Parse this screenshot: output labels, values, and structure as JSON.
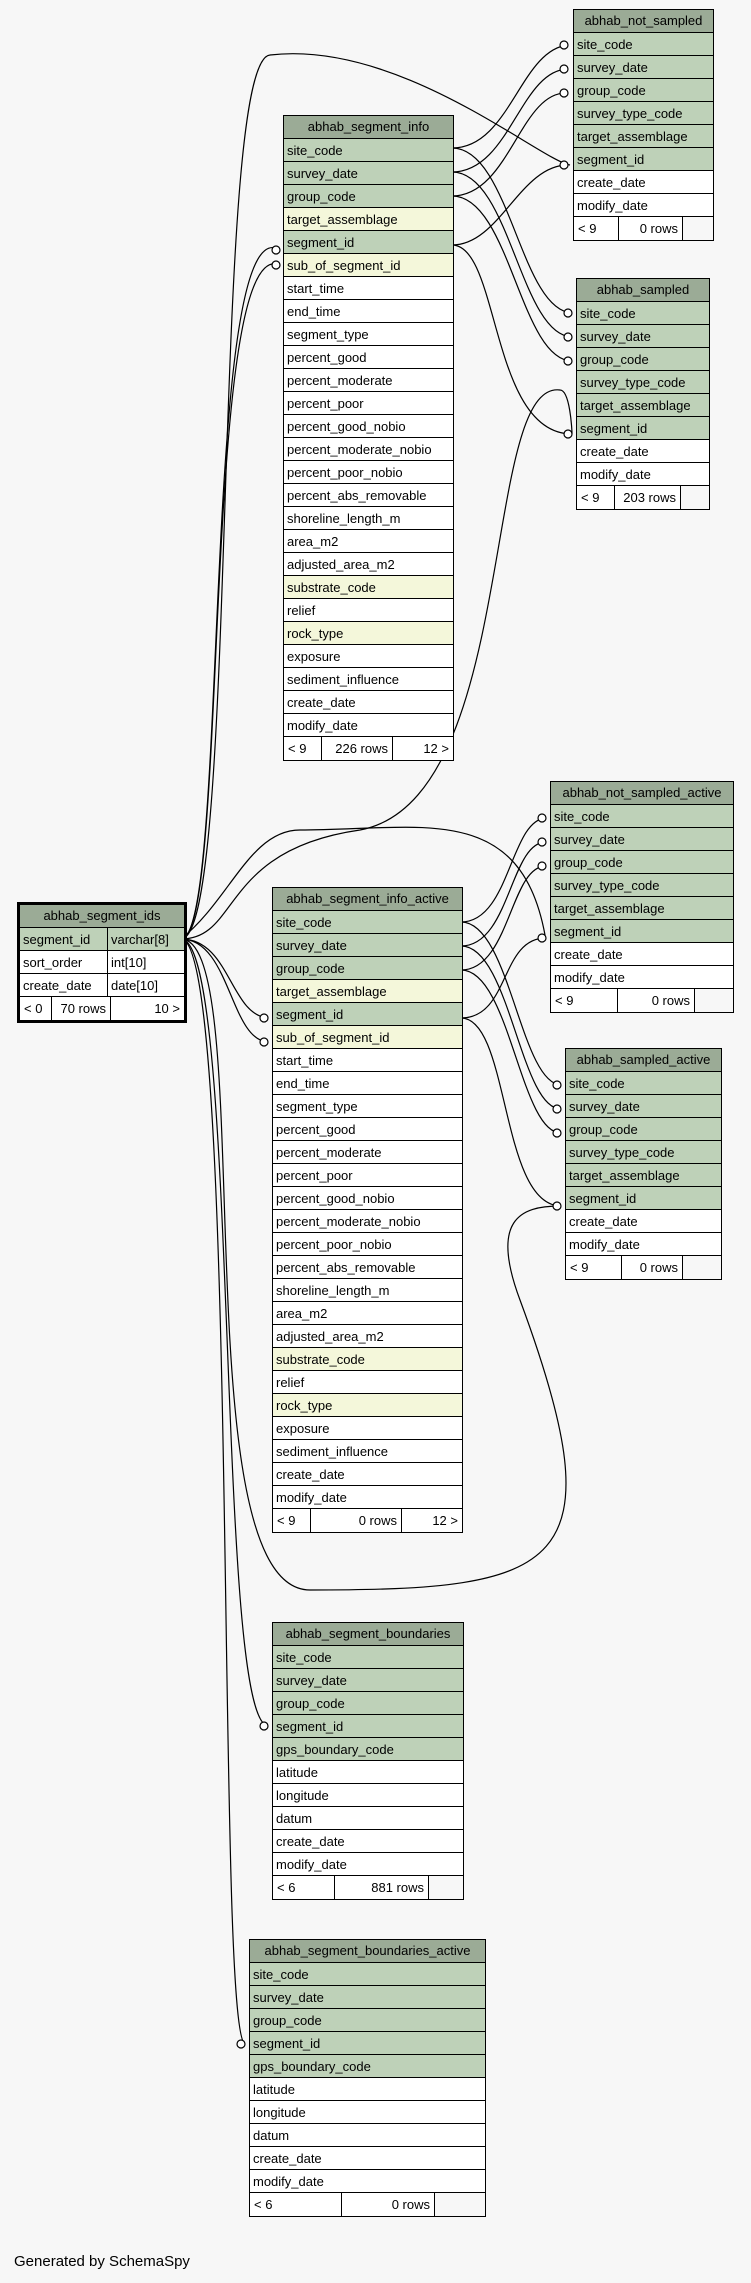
{
  "tables": {
    "ids": {
      "name": "abhab_segment_ids",
      "rows": [
        {
          "col": "segment_id",
          "type": "varchar[8]"
        },
        {
          "col": "sort_order",
          "type": "int[10]"
        },
        {
          "col": "create_date",
          "type": "date[10]"
        }
      ],
      "footer": [
        "< 0",
        "70 rows",
        "10 >"
      ]
    },
    "segment_info": {
      "name": "abhab_segment_info",
      "columns": [
        "site_code",
        "survey_date",
        "group_code",
        "target_assemblage",
        "segment_id",
        "sub_of_segment_id",
        "start_time",
        "end_time",
        "segment_type",
        "percent_good",
        "percent_moderate",
        "percent_poor",
        "percent_good_nobio",
        "percent_moderate_nobio",
        "percent_poor_nobio",
        "percent_abs_removable",
        "shoreline_length_m",
        "area_m2",
        "adjusted_area_m2",
        "substrate_code",
        "relief",
        "rock_type",
        "exposure",
        "sediment_influence",
        "create_date",
        "modify_date"
      ],
      "footer": [
        "< 9",
        "226 rows",
        "12 >"
      ]
    },
    "segment_info_active": {
      "name": "abhab_segment_info_active",
      "columns": [
        "site_code",
        "survey_date",
        "group_code",
        "target_assemblage",
        "segment_id",
        "sub_of_segment_id",
        "start_time",
        "end_time",
        "segment_type",
        "percent_good",
        "percent_moderate",
        "percent_poor",
        "percent_good_nobio",
        "percent_moderate_nobio",
        "percent_poor_nobio",
        "percent_abs_removable",
        "shoreline_length_m",
        "area_m2",
        "adjusted_area_m2",
        "substrate_code",
        "relief",
        "rock_type",
        "exposure",
        "sediment_influence",
        "create_date",
        "modify_date"
      ],
      "footer": [
        "< 9",
        "0 rows",
        "12 >"
      ]
    },
    "not_sampled": {
      "name": "abhab_not_sampled",
      "columns": [
        "site_code",
        "survey_date",
        "group_code",
        "survey_type_code",
        "target_assemblage",
        "segment_id",
        "create_date",
        "modify_date"
      ],
      "footer": [
        "< 9",
        "0 rows",
        ""
      ]
    },
    "sampled": {
      "name": "abhab_sampled",
      "columns": [
        "site_code",
        "survey_date",
        "group_code",
        "survey_type_code",
        "target_assemblage",
        "segment_id",
        "create_date",
        "modify_date"
      ],
      "footer": [
        "< 9",
        "203 rows",
        ""
      ]
    },
    "not_sampled_active": {
      "name": "abhab_not_sampled_active",
      "columns": [
        "site_code",
        "survey_date",
        "group_code",
        "survey_type_code",
        "target_assemblage",
        "segment_id",
        "create_date",
        "modify_date"
      ],
      "footer": [
        "< 9",
        "0 rows",
        ""
      ]
    },
    "sampled_active": {
      "name": "abhab_sampled_active",
      "columns": [
        "site_code",
        "survey_date",
        "group_code",
        "survey_type_code",
        "target_assemblage",
        "segment_id",
        "create_date",
        "modify_date"
      ],
      "footer": [
        "< 9",
        "0 rows",
        ""
      ]
    },
    "boundaries": {
      "name": "abhab_segment_boundaries",
      "columns": [
        "site_code",
        "survey_date",
        "group_code",
        "segment_id",
        "gps_boundary_code",
        "latitude",
        "longitude",
        "datum",
        "create_date",
        "modify_date"
      ],
      "footer": [
        "< 6",
        "881 rows",
        ""
      ]
    },
    "boundaries_active": {
      "name": "abhab_segment_boundaries_active",
      "columns": [
        "site_code",
        "survey_date",
        "group_code",
        "segment_id",
        "gps_boundary_code",
        "latitude",
        "longitude",
        "datum",
        "create_date",
        "modify_date"
      ],
      "footer": [
        "< 6",
        "0 rows",
        ""
      ]
    }
  },
  "footer_text": "Generated by SchemaSpy"
}
